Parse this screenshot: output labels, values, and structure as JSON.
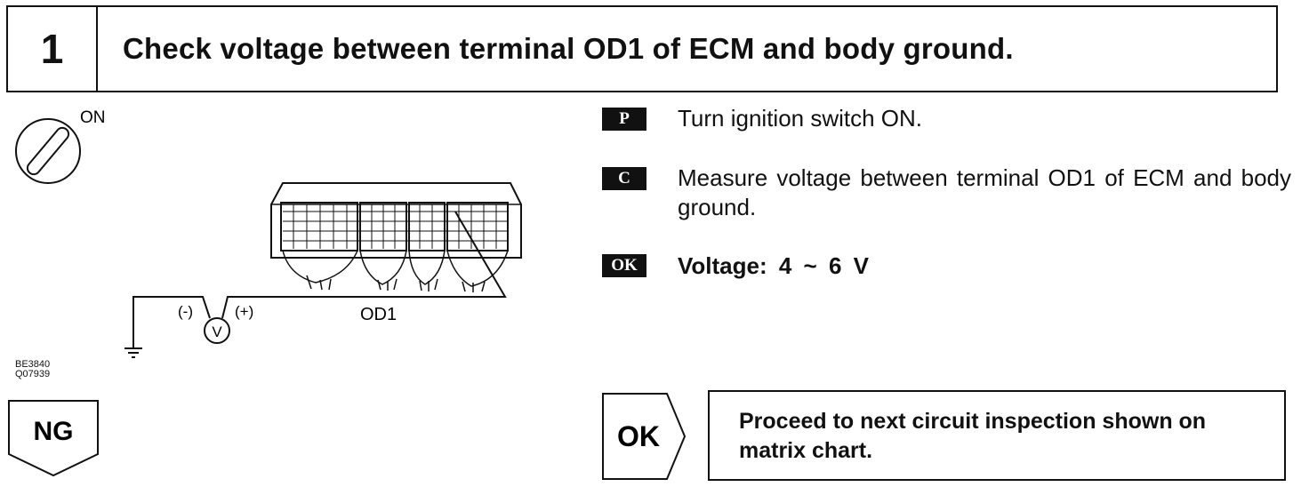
{
  "step": {
    "number": "1",
    "title": "Check voltage between terminal OD1 of ECM and body ground."
  },
  "diagram": {
    "ignition_label": "ON",
    "minus_label": "(-)",
    "plus_label": "(+)",
    "meter_label": "V",
    "terminal_label": "OD1",
    "figure_ids": [
      "BE3840",
      "Q07939"
    ]
  },
  "instructions": [
    {
      "badge": "P",
      "text": "Turn ignition switch ON."
    },
    {
      "badge": "C",
      "text": "Measure voltage between terminal OD1 of ECM and body ground."
    },
    {
      "badge": "OK",
      "text": "Voltage:  4 ~ 6 V"
    }
  ],
  "results": {
    "ng_label": "NG",
    "ok_label": "OK",
    "ok_action": "Proceed to next circuit inspection shown on matrix chart."
  }
}
